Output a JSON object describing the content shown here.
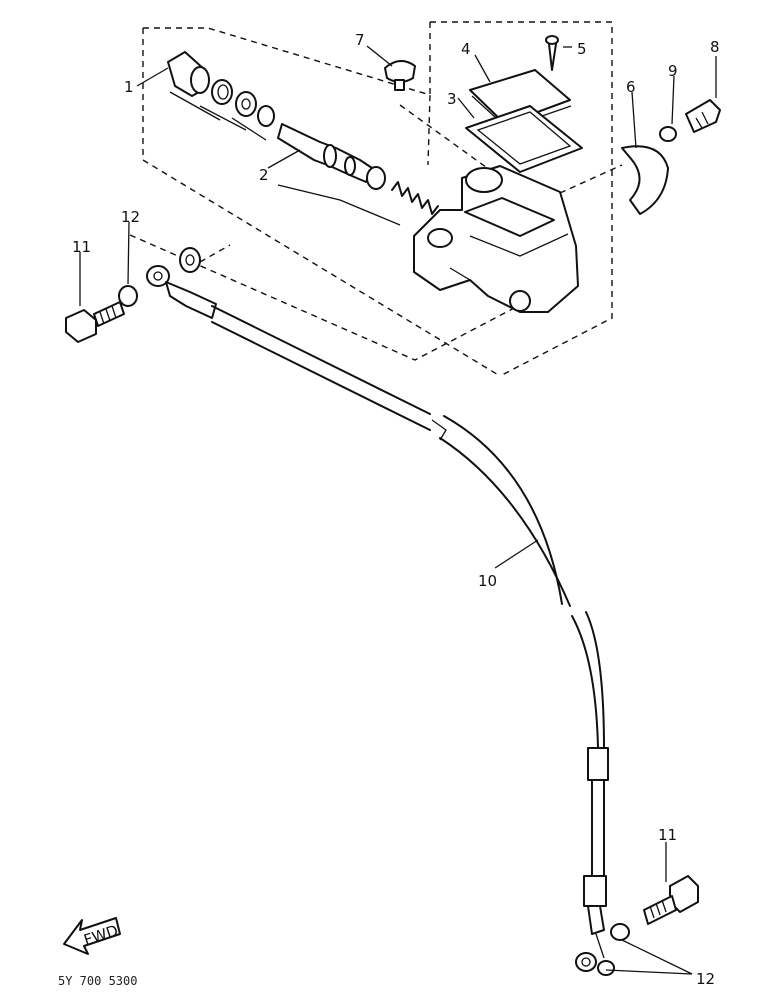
{
  "callouts": [
    {
      "id": "c1",
      "text": "1"
    },
    {
      "id": "c2",
      "text": "2"
    },
    {
      "id": "c3",
      "text": "3"
    },
    {
      "id": "c4",
      "text": "4"
    },
    {
      "id": "c5",
      "text": "5"
    },
    {
      "id": "c6",
      "text": "6"
    },
    {
      "id": "c7",
      "text": "7"
    },
    {
      "id": "c8",
      "text": "8"
    },
    {
      "id": "c9",
      "text": "9"
    },
    {
      "id": "c10",
      "text": "10"
    },
    {
      "id": "c11a",
      "text": "11"
    },
    {
      "id": "c12a",
      "text": "12"
    },
    {
      "id": "c11b",
      "text": "11"
    },
    {
      "id": "c12b",
      "text": "12"
    }
  ],
  "fwd_label": "FWD",
  "diagram_code": "5Y 700 5300",
  "colors": {
    "ink": "#111111",
    "paper": "#ffffff"
  }
}
